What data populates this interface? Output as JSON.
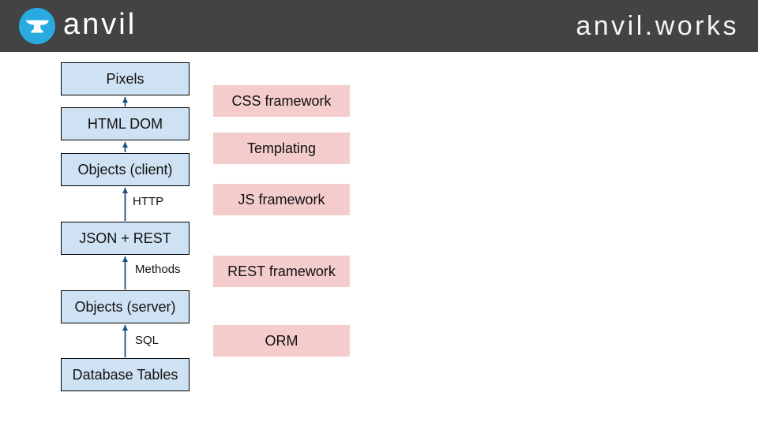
{
  "colors": {
    "header-bg": "#434343",
    "logo-blue": "#29abe2",
    "stack-fill": "#cfe2f3",
    "stack-border": "#000000",
    "framework-fill": "#f4cccc",
    "arrow": "#1f4e79",
    "text": "#111111"
  },
  "header": {
    "brand": "anvil",
    "site": "anvil.works"
  },
  "diagram": {
    "stack": [
      {
        "label": "Pixels"
      },
      {
        "label": "HTML DOM"
      },
      {
        "label": "Objects (client)"
      },
      {
        "label": "JSON + REST"
      },
      {
        "label": "Objects (server)"
      },
      {
        "label": "Database Tables"
      }
    ],
    "arrow_labels": [
      {
        "label": "HTTP"
      },
      {
        "label": "Methods"
      },
      {
        "label": "SQL"
      }
    ],
    "frameworks": [
      {
        "label": "CSS framework"
      },
      {
        "label": "Templating"
      },
      {
        "label": "JS framework"
      },
      {
        "label": "REST framework"
      },
      {
        "label": "ORM"
      }
    ]
  }
}
